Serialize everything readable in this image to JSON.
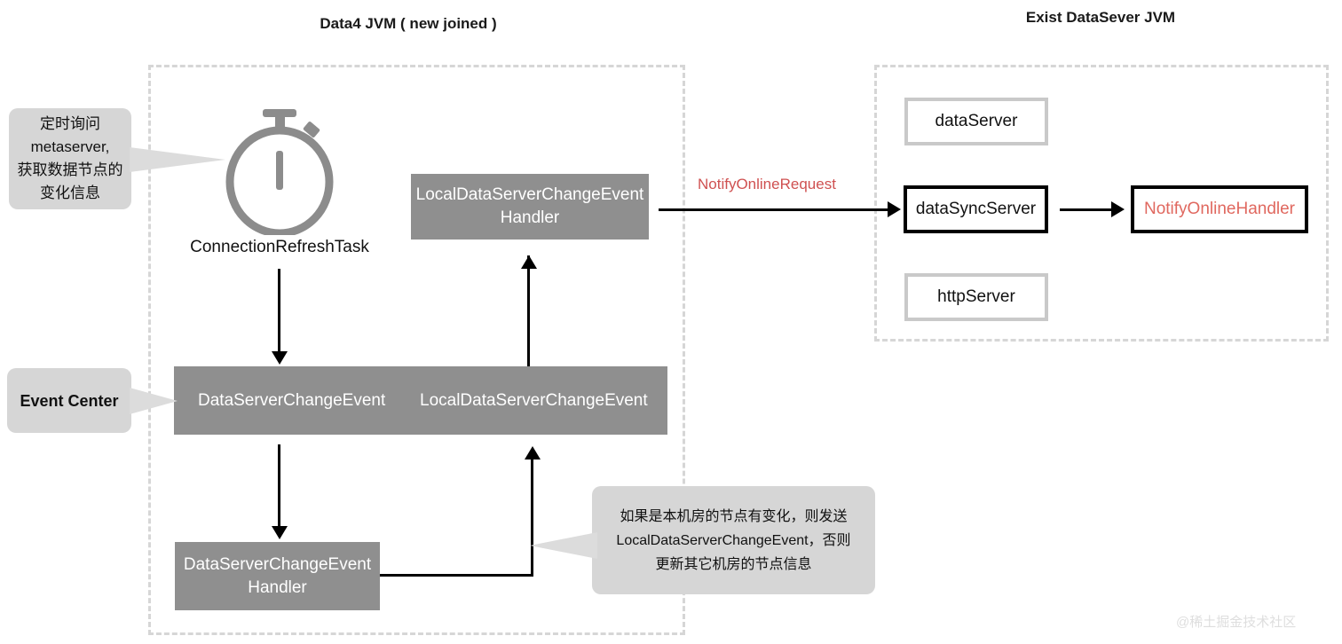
{
  "titles": {
    "left": "Data4 JVM ( new joined )",
    "right": "Exist DataSever JVM"
  },
  "left_panel": {
    "timer_label": "ConnectionRefreshTask",
    "timer_icon": "stopwatch-icon",
    "local_handler_box": "LocalDataServerChangeEvent\nHandler",
    "local_handler_line1": "LocalDataServerChangeEvent",
    "local_handler_line2": "Handler",
    "event_bar": {
      "event_1": "DataServerChangeEvent",
      "event_2": "LocalDataServerChangeEvent"
    },
    "ds_handler_line1": "DataServerChangeEvent",
    "ds_handler_line2": "Handler"
  },
  "right_panel": {
    "boxes": [
      {
        "label": "dataServer",
        "style": "light",
        "text_color": "#111111"
      },
      {
        "label": "dataSyncServer",
        "style": "dark",
        "text_color": "#111111"
      },
      {
        "label": "httpServer",
        "style": "light",
        "text_color": "#111111"
      }
    ],
    "handler_box": "NotifyOnlineHandler"
  },
  "connections": {
    "notify_online_request": "NotifyOnlineRequest"
  },
  "callouts": {
    "metaserver": {
      "line1": "定时询问",
      "line2": "metaserver,",
      "line3": "获取数据节点的",
      "line4": "变化信息"
    },
    "event_center": {
      "label": "Event Center"
    },
    "local_room": {
      "line1": "如果是本机房的节点有变化，则发送",
      "line2": "LocalDataServerChangeEvent，否则",
      "line3": "更新其它机房的节点信息"
    }
  },
  "watermark": "@稀土掘金技术社区",
  "colors": {
    "gray_fill": "#8f8f8f",
    "dashed_border": "#d6d6d6",
    "callout_bg": "#d6d6d6",
    "accent_red": "#cf5151",
    "handler_red": "#e0685f",
    "light_border": "#c9c9c9"
  }
}
